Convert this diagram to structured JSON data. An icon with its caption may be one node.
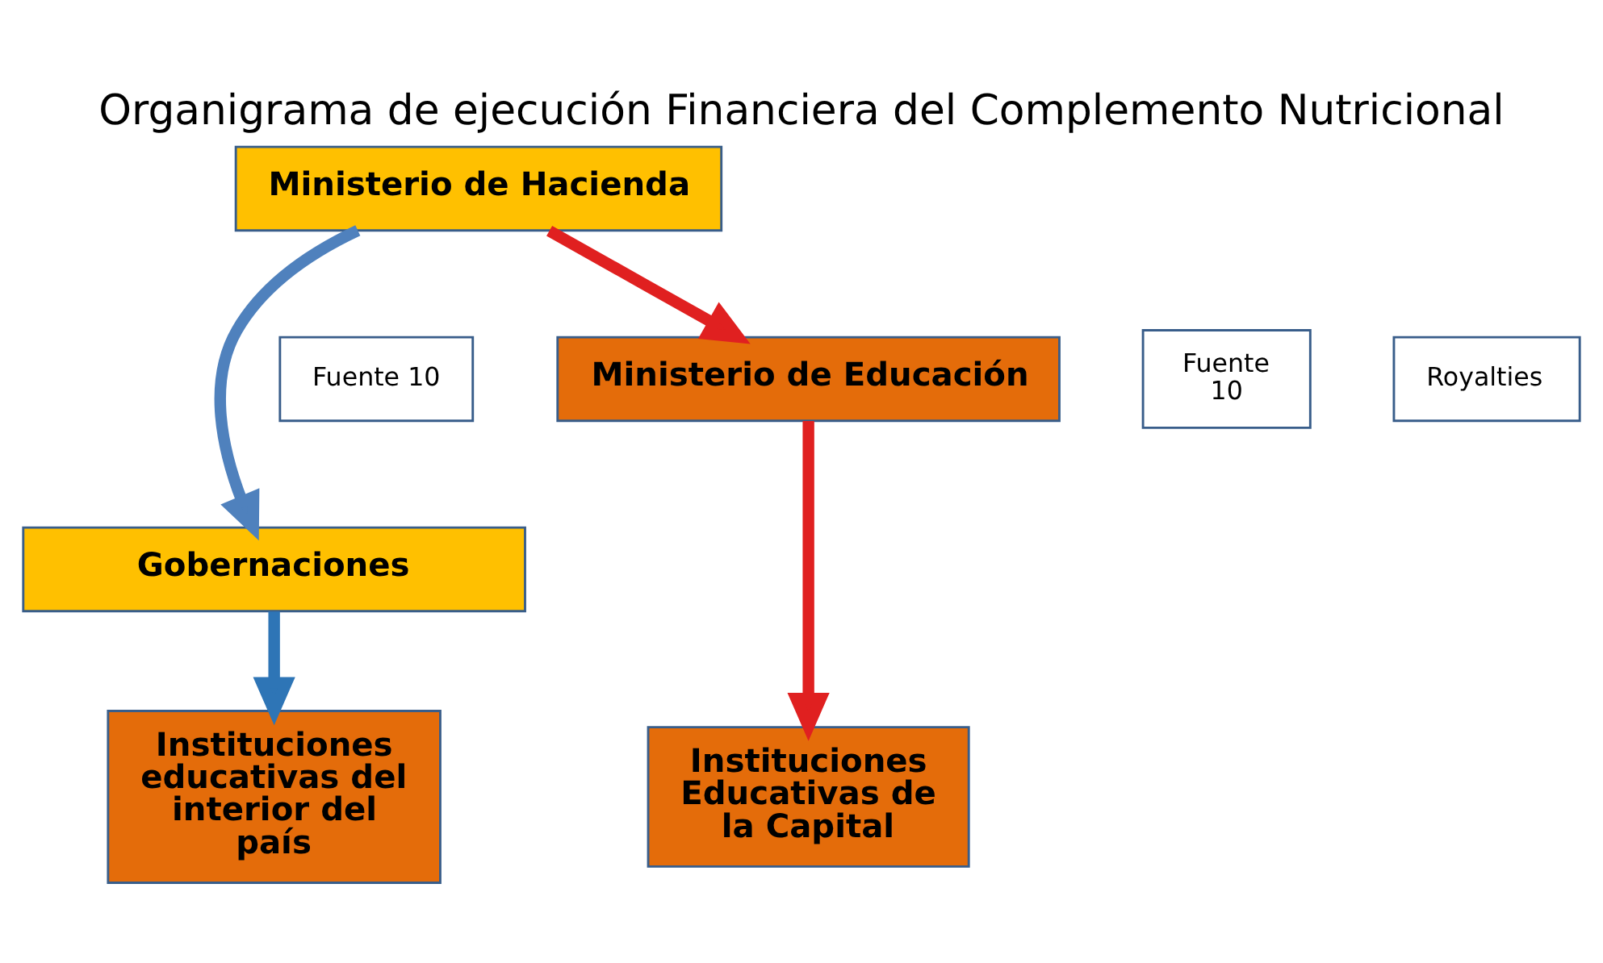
{
  "diagram": {
    "title": "Organigrama de ejecución Financiera del Complemento Nutricional",
    "nodes": [
      {
        "text": [
          "Ministerio de Hacienda"
        ]
      },
      {
        "text": [
          "Ministerio de Educación"
        ]
      },
      {
        "text": [
          "Gobernaciones"
        ]
      },
      {
        "text": [
          "Instituciones Educativas de la Capital"
        ]
      },
      {
        "text": [
          "Instituciones educativas del interior del país"
        ]
      },
      {
        "text": [
          "Fuente 10"
        ]
      },
      {
        "text": [
          "Fuente 10"
        ]
      },
      {
        "text": [
          "Royalties"
        ]
      }
    ],
    "edges": [
      {
        "from": 0,
        "to": 1,
        "arrow": "to",
        "color": "#e02020"
      },
      {
        "from": 0,
        "to": 2,
        "arrow": "to",
        "color": "#4f81bd"
      },
      {
        "from": 1,
        "to": 3,
        "arrow": "to",
        "color": "#e02020"
      },
      {
        "from": 2,
        "to": 4,
        "arrow": "to",
        "color": "#2e75b6"
      }
    ]
  }
}
